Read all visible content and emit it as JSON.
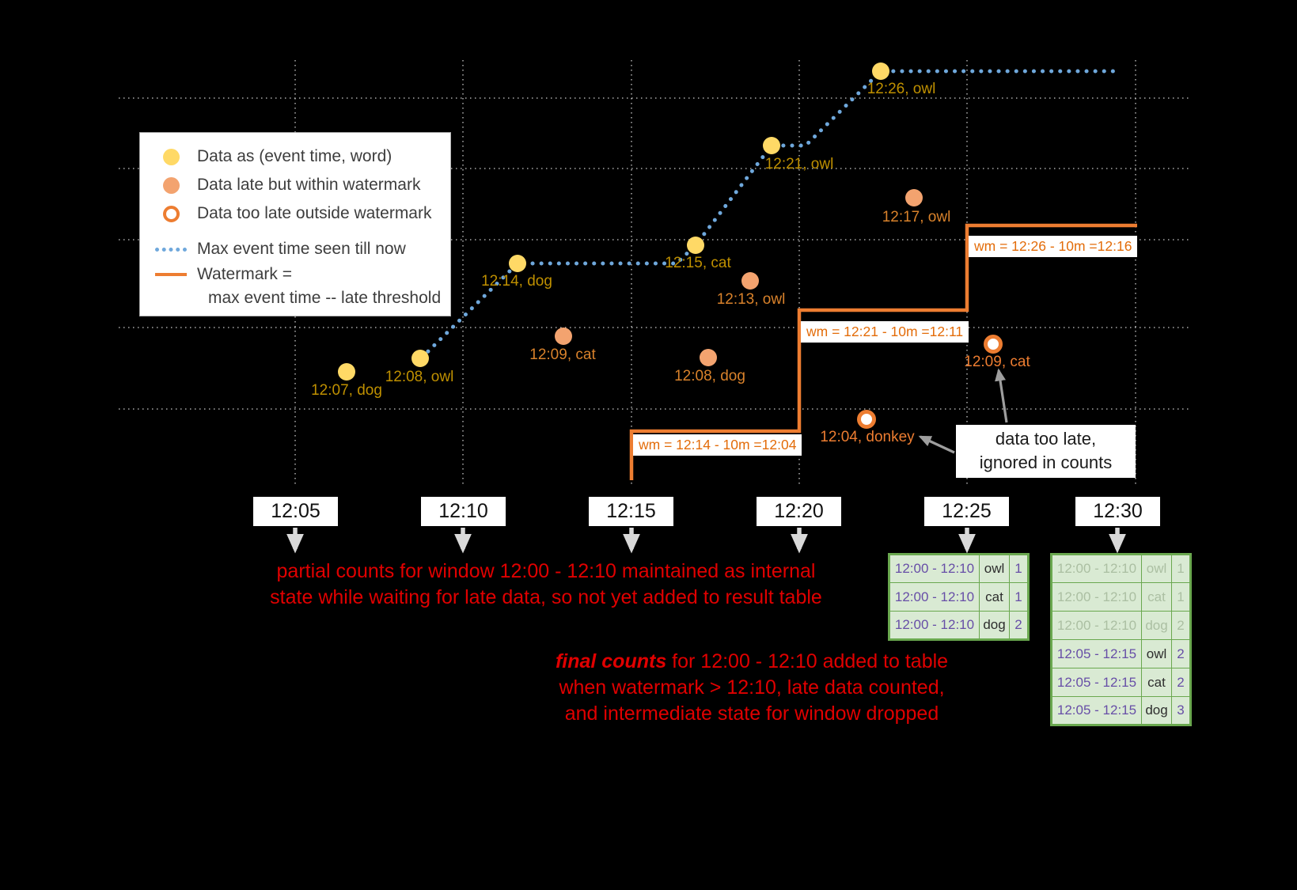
{
  "legend": {
    "items": [
      {
        "label": "Data as (event time, word)"
      },
      {
        "label": "Data late but within watermark"
      },
      {
        "label": "Data too late outside watermark"
      },
      {
        "label": "Max event time seen till now"
      },
      {
        "label": "Watermark =",
        "label2": "max event time -- late threshold"
      }
    ]
  },
  "axis": {
    "ticks": [
      "12:05",
      "12:10",
      "12:15",
      "12:20",
      "12:25",
      "12:30"
    ]
  },
  "points": [
    {
      "label": "12:07, dog",
      "kind": "on-time"
    },
    {
      "label": "12:08, owl",
      "kind": "on-time"
    },
    {
      "label": "12:14, dog",
      "kind": "on-time"
    },
    {
      "label": "12:09, cat",
      "kind": "late-within-watermark"
    },
    {
      "label": "12:15, cat",
      "kind": "on-time"
    },
    {
      "label": "12:13, owl",
      "kind": "late-within-watermark"
    },
    {
      "label": "12:08, dog",
      "kind": "late-within-watermark"
    },
    {
      "label": "12:21, owl",
      "kind": "on-time"
    },
    {
      "label": "12:26, owl",
      "kind": "on-time"
    },
    {
      "label": "12:17, owl",
      "kind": "late-within-watermark"
    },
    {
      "label": "12:04, donkey",
      "kind": "too-late-outside-watermark"
    },
    {
      "label": "12:09, cat",
      "kind": "too-late-outside-watermark"
    }
  ],
  "watermarks": [
    "wm = 12:14 - 10m =12:04",
    "wm = 12:21 - 10m =12:11",
    "wm = 12:26 - 10m =12:16"
  ],
  "callout": {
    "line1": "data too late,",
    "line2": "ignored in counts"
  },
  "notes": {
    "partial_line1": "partial counts for window 12:00 - 12:10 maintained as internal",
    "partial_line2": "state while waiting for late data, so not yet added to result table",
    "final_emphasis": "final counts",
    "final_line1_rest": " for 12:00 - 12:10 added to table",
    "final_line2": "when watermark > 12:10, late data counted,",
    "final_line3": "and intermediate state for window dropped"
  },
  "result_tables": {
    "t1225": {
      "rows": [
        {
          "window": "12:00 - 12:10",
          "word": "owl",
          "count": "1"
        },
        {
          "window": "12:00 - 12:10",
          "word": "cat",
          "count": "1"
        },
        {
          "window": "12:00 - 12:10",
          "word": "dog",
          "count": "2"
        }
      ]
    },
    "t1230": {
      "rows": [
        {
          "window": "12:00 - 12:10",
          "word": "owl",
          "count": "1"
        },
        {
          "window": "12:00 - 12:10",
          "word": "cat",
          "count": "1"
        },
        {
          "window": "12:00 - 12:10",
          "word": "dog",
          "count": "2"
        },
        {
          "window": "12:05 - 12:15",
          "word": "owl",
          "count": "2"
        },
        {
          "window": "12:05 - 12:15",
          "word": "cat",
          "count": "2"
        },
        {
          "window": "12:05 - 12:15",
          "word": "dog",
          "count": "3"
        }
      ]
    }
  },
  "colors": {
    "on_time_dot": "#ffd966",
    "late_within_dot": "#f3a36f",
    "too_late_ring": "#ed7d31",
    "max_event_time_line": "#6fa8dc",
    "watermark_line": "#ed7d31",
    "watermark_text": "#e36c09",
    "note_red": "#e00000",
    "table_green": "#6aa84f",
    "table_bg": "#d9ead3",
    "window_purple": "#674ea7",
    "background": "#000000"
  }
}
